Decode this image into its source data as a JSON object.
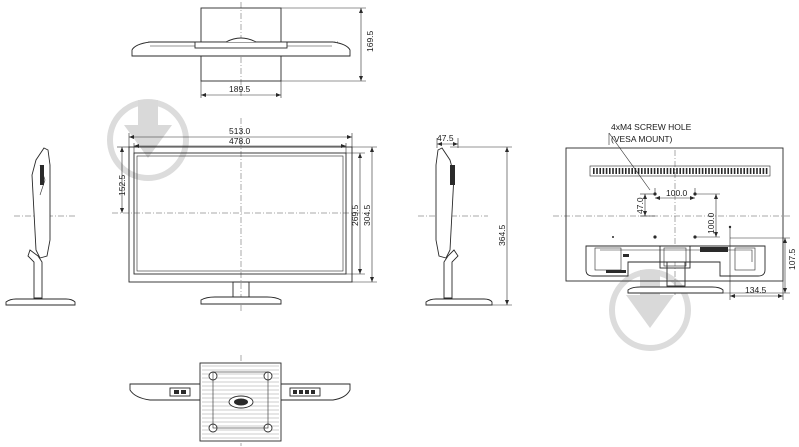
{
  "dimensions": {
    "top_depth": "169.5",
    "top_base_width": "189.5",
    "front_width": "513.0",
    "front_panel_width": "478.0",
    "front_center_height": "152.5",
    "front_panel_height": "269.5",
    "front_body_height": "304.5",
    "side_depth": "47.5",
    "side_total_height": "364.5",
    "back_vesa_h": "100.0",
    "back_vesa_v": "100.0",
    "back_vesa_offset": "47.0",
    "back_stand_height": "107.5",
    "back_stand_offset": "134.5"
  },
  "notes": {
    "screw_hole": "4xM4 SCREW HOLE",
    "vesa_mount": "(VESA MOUNT)"
  },
  "icons": {
    "watermark": "download-arrow-icon"
  }
}
